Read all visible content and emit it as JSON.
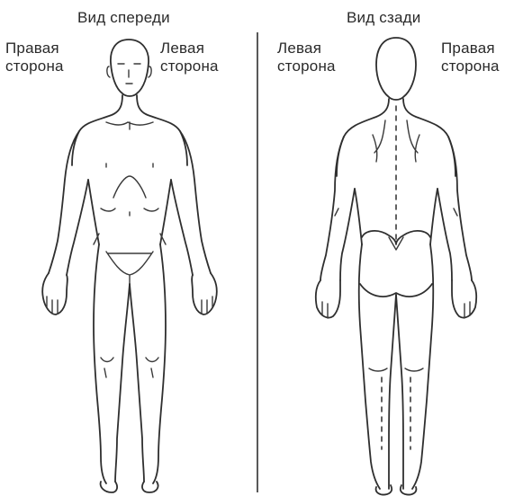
{
  "front": {
    "title": "Вид спереди",
    "right_side": [
      "Правая",
      "сторона"
    ],
    "left_side": [
      "Левая",
      "сторона"
    ]
  },
  "back": {
    "title": "Вид сзади",
    "left_side": [
      "Левая",
      "сторона"
    ],
    "right_side": [
      "Правая",
      "сторона"
    ]
  }
}
